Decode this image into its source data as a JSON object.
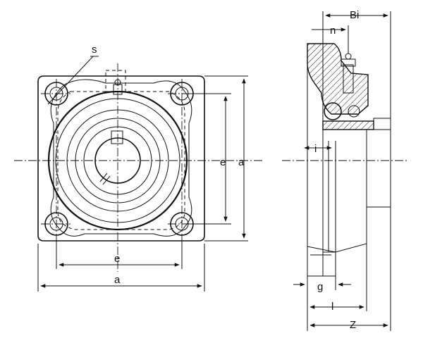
{
  "labels": {
    "s": "s",
    "e_vertical": "e",
    "a_vertical": "a",
    "e_horizontal": "e",
    "a_horizontal": "a",
    "Bi": "Bi",
    "n": "n",
    "i": "i",
    "g": "g",
    "l": "l",
    "Z": "Z"
  }
}
